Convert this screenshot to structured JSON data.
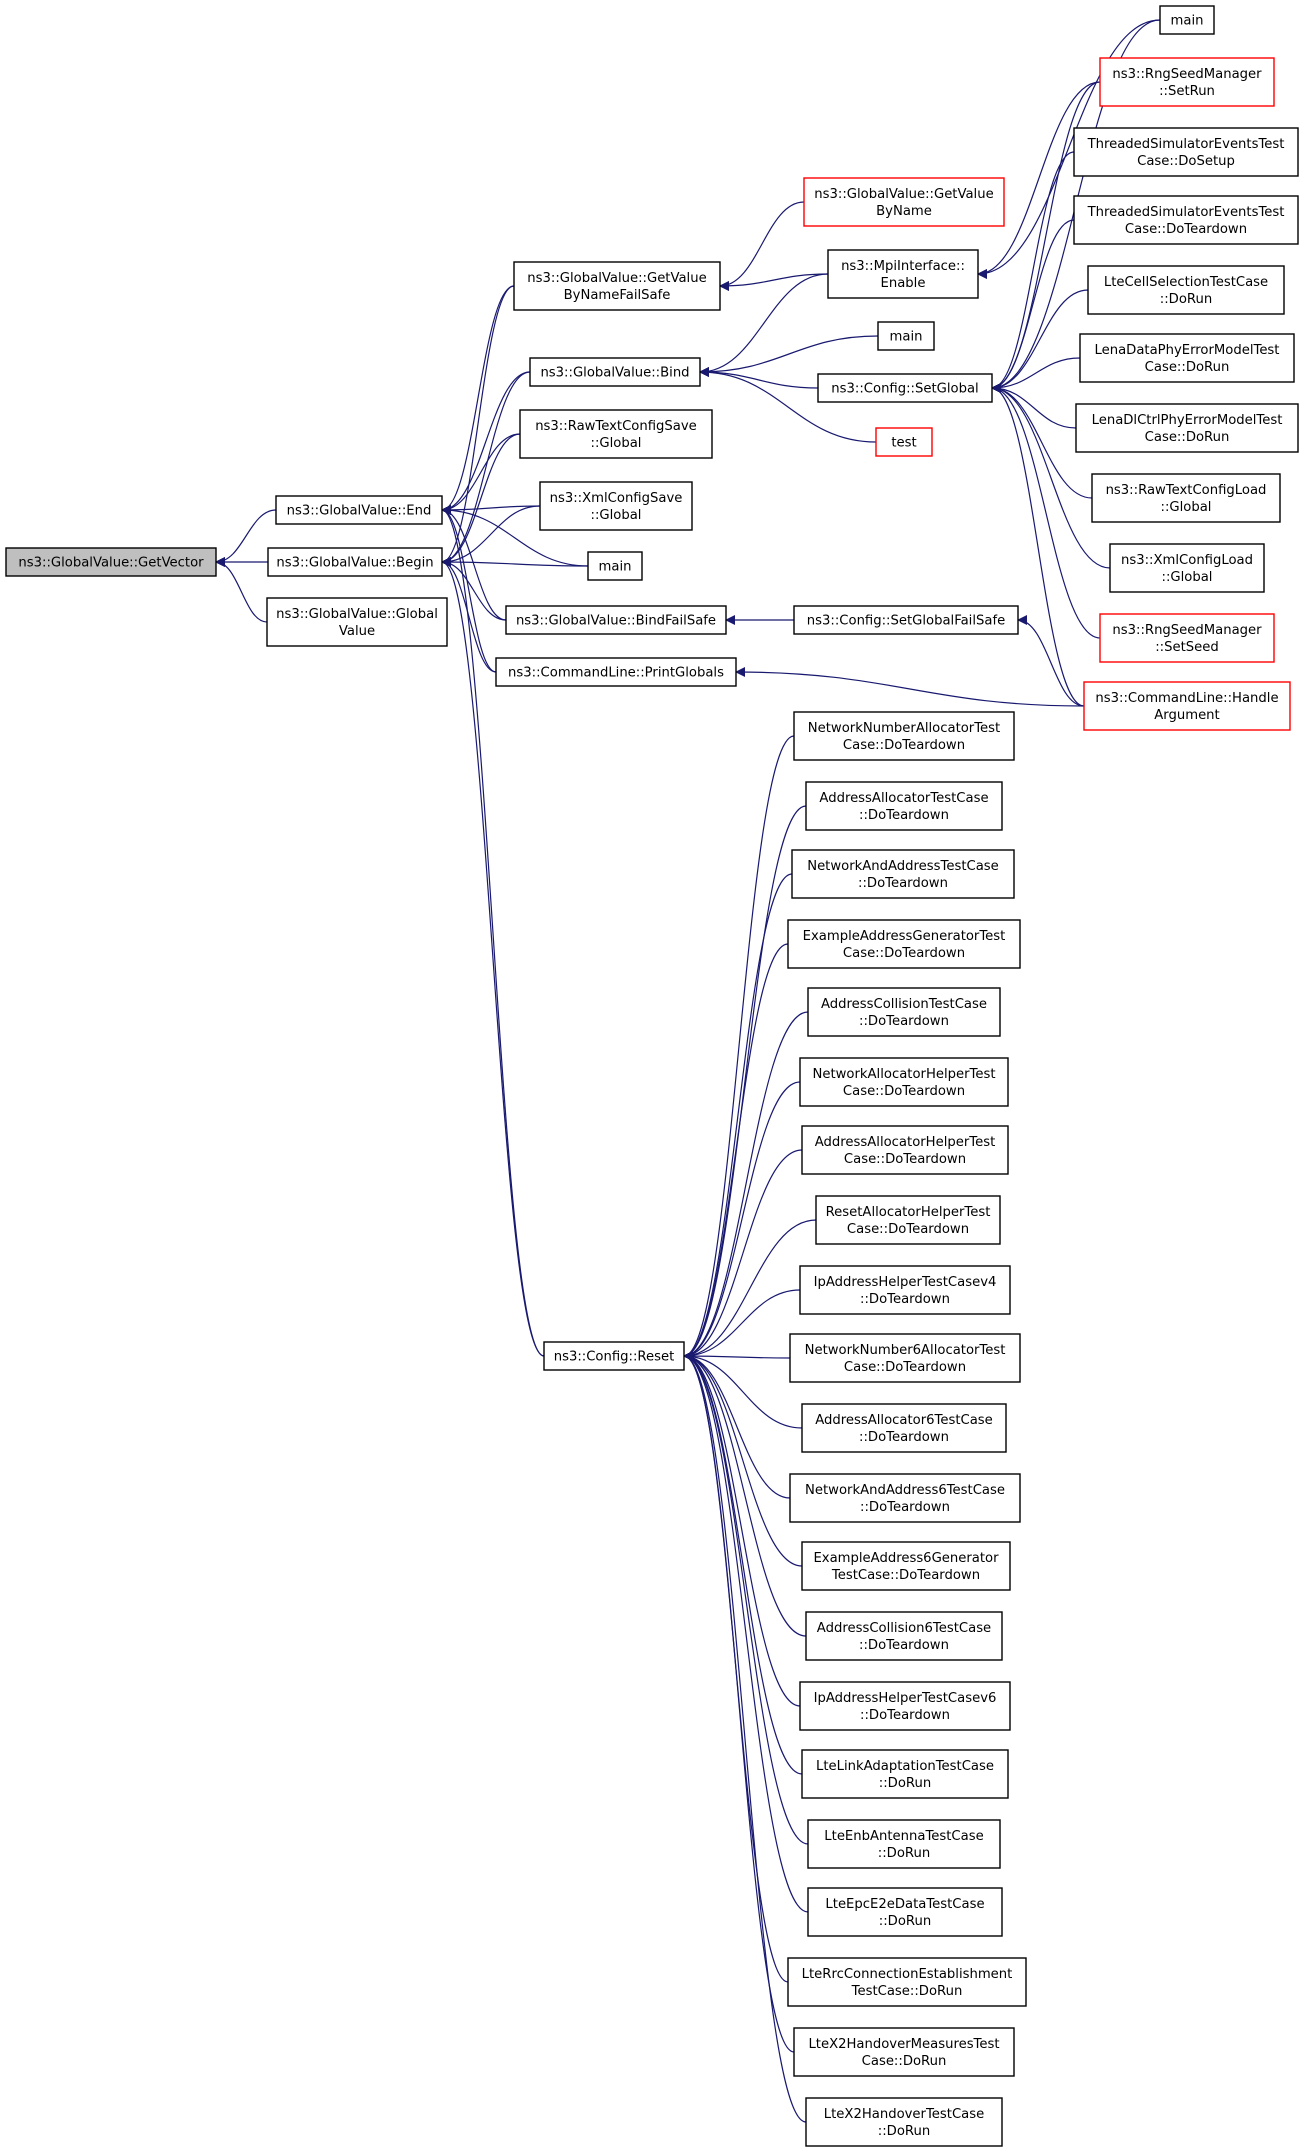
{
  "graph": {
    "nodes": [
      {
        "id": "getvector",
        "lines": [
          "ns3::GlobalValue::GetVector"
        ],
        "style": "root"
      },
      {
        "id": "end",
        "lines": [
          "ns3::GlobalValue::End"
        ],
        "style": "normal"
      },
      {
        "id": "begin",
        "lines": [
          "ns3::GlobalValue::Begin"
        ],
        "style": "normal"
      },
      {
        "id": "globalvalue",
        "lines": [
          "ns3::GlobalValue::Global",
          "Value"
        ],
        "style": "normal"
      },
      {
        "id": "getvaluefailsafe",
        "lines": [
          "ns3::GlobalValue::GetValue",
          "ByNameFailSafe"
        ],
        "style": "normal"
      },
      {
        "id": "bind",
        "lines": [
          "ns3::GlobalValue::Bind"
        ],
        "style": "normal"
      },
      {
        "id": "rawtextsave",
        "lines": [
          "ns3::RawTextConfigSave",
          "::Global"
        ],
        "style": "normal"
      },
      {
        "id": "xmlsave",
        "lines": [
          "ns3::XmlConfigSave",
          "::Global"
        ],
        "style": "normal"
      },
      {
        "id": "main1",
        "lines": [
          "main"
        ],
        "style": "normal"
      },
      {
        "id": "bindfailsafe",
        "lines": [
          "ns3::GlobalValue::BindFailSafe"
        ],
        "style": "normal"
      },
      {
        "id": "printglobals",
        "lines": [
          "ns3::CommandLine::PrintGlobals"
        ],
        "style": "normal"
      },
      {
        "id": "configreset",
        "lines": [
          "ns3::Config::Reset"
        ],
        "style": "normal"
      },
      {
        "id": "getvaluebyname",
        "lines": [
          "ns3::GlobalValue::GetValue",
          "ByName"
        ],
        "style": "red"
      },
      {
        "id": "mpienable",
        "lines": [
          "ns3::MpiInterface::",
          "Enable"
        ],
        "style": "normal"
      },
      {
        "id": "main2",
        "lines": [
          "main"
        ],
        "style": "normal"
      },
      {
        "id": "setglobal",
        "lines": [
          "ns3::Config::SetGlobal"
        ],
        "style": "normal"
      },
      {
        "id": "test",
        "lines": [
          "test"
        ],
        "style": "red"
      },
      {
        "id": "setglobalfailsafe",
        "lines": [
          "ns3::Config::SetGlobalFailSafe"
        ],
        "style": "normal"
      },
      {
        "id": "main3",
        "lines": [
          "main"
        ],
        "style": "normal"
      },
      {
        "id": "rngsetrun",
        "lines": [
          "ns3::RngSeedManager",
          "::SetRun"
        ],
        "style": "red"
      },
      {
        "id": "threadedsetup",
        "lines": [
          "ThreadedSimulatorEventsTest",
          "Case::DoSetup"
        ],
        "style": "normal"
      },
      {
        "id": "threadedteardown",
        "lines": [
          "ThreadedSimulatorEventsTest",
          "Case::DoTeardown"
        ],
        "style": "normal"
      },
      {
        "id": "ltecellsel",
        "lines": [
          "LteCellSelectionTestCase",
          "::DoRun"
        ],
        "style": "normal"
      },
      {
        "id": "lenadata",
        "lines": [
          "LenaDataPhyErrorModelTest",
          "Case::DoRun"
        ],
        "style": "normal"
      },
      {
        "id": "lenadlctrl",
        "lines": [
          "LenaDlCtrlPhyErrorModelTest",
          "Case::DoRun"
        ],
        "style": "normal"
      },
      {
        "id": "rawtextload",
        "lines": [
          "ns3::RawTextConfigLoad",
          "::Global"
        ],
        "style": "normal"
      },
      {
        "id": "xmlload",
        "lines": [
          "ns3::XmlConfigLoad",
          "::Global"
        ],
        "style": "normal"
      },
      {
        "id": "rngsetseed",
        "lines": [
          "ns3::RngSeedManager",
          "::SetSeed"
        ],
        "style": "red"
      },
      {
        "id": "handleargument",
        "lines": [
          "ns3::CommandLine::Handle",
          "Argument"
        ],
        "style": "red"
      },
      {
        "id": "r1",
        "lines": [
          "NetworkNumberAllocatorTest",
          "Case::DoTeardown"
        ],
        "style": "normal"
      },
      {
        "id": "r2",
        "lines": [
          "AddressAllocatorTestCase",
          "::DoTeardown"
        ],
        "style": "normal"
      },
      {
        "id": "r3",
        "lines": [
          "NetworkAndAddressTestCase",
          "::DoTeardown"
        ],
        "style": "normal"
      },
      {
        "id": "r4",
        "lines": [
          "ExampleAddressGeneratorTest",
          "Case::DoTeardown"
        ],
        "style": "normal"
      },
      {
        "id": "r5",
        "lines": [
          "AddressCollisionTestCase",
          "::DoTeardown"
        ],
        "style": "normal"
      },
      {
        "id": "r6",
        "lines": [
          "NetworkAllocatorHelperTest",
          "Case::DoTeardown"
        ],
        "style": "normal"
      },
      {
        "id": "r7",
        "lines": [
          "AddressAllocatorHelperTest",
          "Case::DoTeardown"
        ],
        "style": "normal"
      },
      {
        "id": "r8",
        "lines": [
          "ResetAllocatorHelperTest",
          "Case::DoTeardown"
        ],
        "style": "normal"
      },
      {
        "id": "r9",
        "lines": [
          "IpAddressHelperTestCasev4",
          "::DoTeardown"
        ],
        "style": "normal"
      },
      {
        "id": "r10",
        "lines": [
          "NetworkNumber6AllocatorTest",
          "Case::DoTeardown"
        ],
        "style": "normal"
      },
      {
        "id": "r11",
        "lines": [
          "AddressAllocator6TestCase",
          "::DoTeardown"
        ],
        "style": "normal"
      },
      {
        "id": "r12",
        "lines": [
          "NetworkAndAddress6TestCase",
          "::DoTeardown"
        ],
        "style": "normal"
      },
      {
        "id": "r13",
        "lines": [
          "ExampleAddress6Generator",
          "TestCase::DoTeardown"
        ],
        "style": "normal"
      },
      {
        "id": "r14",
        "lines": [
          "AddressCollision6TestCase",
          "::DoTeardown"
        ],
        "style": "normal"
      },
      {
        "id": "r15",
        "lines": [
          "IpAddressHelperTestCasev6",
          "::DoTeardown"
        ],
        "style": "normal"
      },
      {
        "id": "r16",
        "lines": [
          "LteLinkAdaptationTestCase",
          "::DoRun"
        ],
        "style": "normal"
      },
      {
        "id": "r17",
        "lines": [
          "LteEnbAntennaTestCase",
          "::DoRun"
        ],
        "style": "normal"
      },
      {
        "id": "r18",
        "lines": [
          "LteEpcE2eDataTestCase",
          "::DoRun"
        ],
        "style": "normal"
      },
      {
        "id": "r19",
        "lines": [
          "LteRrcConnectionEstablishment",
          "TestCase::DoRun"
        ],
        "style": "normal"
      },
      {
        "id": "r20",
        "lines": [
          "LteX2HandoverMeasuresTest",
          "Case::DoRun"
        ],
        "style": "normal"
      },
      {
        "id": "r21",
        "lines": [
          "LteX2HandoverTestCase",
          "::DoRun"
        ],
        "style": "normal"
      }
    ],
    "edges": [
      [
        "end",
        "getvector"
      ],
      [
        "begin",
        "getvector"
      ],
      [
        "globalvalue",
        "getvector"
      ],
      [
        "getvaluefailsafe",
        "end"
      ],
      [
        "bind",
        "end"
      ],
      [
        "rawtextsave",
        "end"
      ],
      [
        "xmlsave",
        "end"
      ],
      [
        "main1",
        "end"
      ],
      [
        "bindfailsafe",
        "end"
      ],
      [
        "printglobals",
        "end"
      ],
      [
        "configreset",
        "end"
      ],
      [
        "getvaluefailsafe",
        "begin"
      ],
      [
        "bind",
        "begin"
      ],
      [
        "rawtextsave",
        "begin"
      ],
      [
        "xmlsave",
        "begin"
      ],
      [
        "main1",
        "begin"
      ],
      [
        "bindfailsafe",
        "begin"
      ],
      [
        "printglobals",
        "begin"
      ],
      [
        "configreset",
        "begin"
      ],
      [
        "getvaluebyname",
        "getvaluefailsafe"
      ],
      [
        "mpienable",
        "getvaluefailsafe"
      ],
      [
        "mpienable",
        "bind"
      ],
      [
        "main2",
        "bind"
      ],
      [
        "setglobal",
        "bind"
      ],
      [
        "test",
        "bind"
      ],
      [
        "setglobalfailsafe",
        "bindfailsafe"
      ],
      [
        "handleargument",
        "printglobals"
      ],
      [
        "main3",
        "mpienable"
      ],
      [
        "rngsetrun",
        "mpienable"
      ],
      [
        "threadedsetup",
        "setglobal"
      ],
      [
        "threadedteardown",
        "setglobal"
      ],
      [
        "ltecellsel",
        "setglobal"
      ],
      [
        "lenadata",
        "setglobal"
      ],
      [
        "lenadlctrl",
        "setglobal"
      ],
      [
        "rawtextload",
        "setglobal"
      ],
      [
        "xmlload",
        "setglobal"
      ],
      [
        "rngsetseed",
        "setglobal"
      ],
      [
        "handleargument",
        "setglobal"
      ],
      [
        "rngsetrun",
        "setglobal"
      ],
      [
        "main3",
        "setglobal"
      ],
      [
        "handleargument",
        "setglobalfailsafe"
      ],
      [
        "r1",
        "configreset"
      ],
      [
        "r2",
        "configreset"
      ],
      [
        "r3",
        "configreset"
      ],
      [
        "r4",
        "configreset"
      ],
      [
        "r5",
        "configreset"
      ],
      [
        "r6",
        "configreset"
      ],
      [
        "r7",
        "configreset"
      ],
      [
        "r8",
        "configreset"
      ],
      [
        "r9",
        "configreset"
      ],
      [
        "r10",
        "configreset"
      ],
      [
        "r11",
        "configreset"
      ],
      [
        "r12",
        "configreset"
      ],
      [
        "r13",
        "configreset"
      ],
      [
        "r14",
        "configreset"
      ],
      [
        "r15",
        "configreset"
      ],
      [
        "r16",
        "configreset"
      ],
      [
        "r17",
        "configreset"
      ],
      [
        "r18",
        "configreset"
      ],
      [
        "r19",
        "configreset"
      ],
      [
        "r20",
        "configreset"
      ],
      [
        "r21",
        "configreset"
      ]
    ]
  }
}
